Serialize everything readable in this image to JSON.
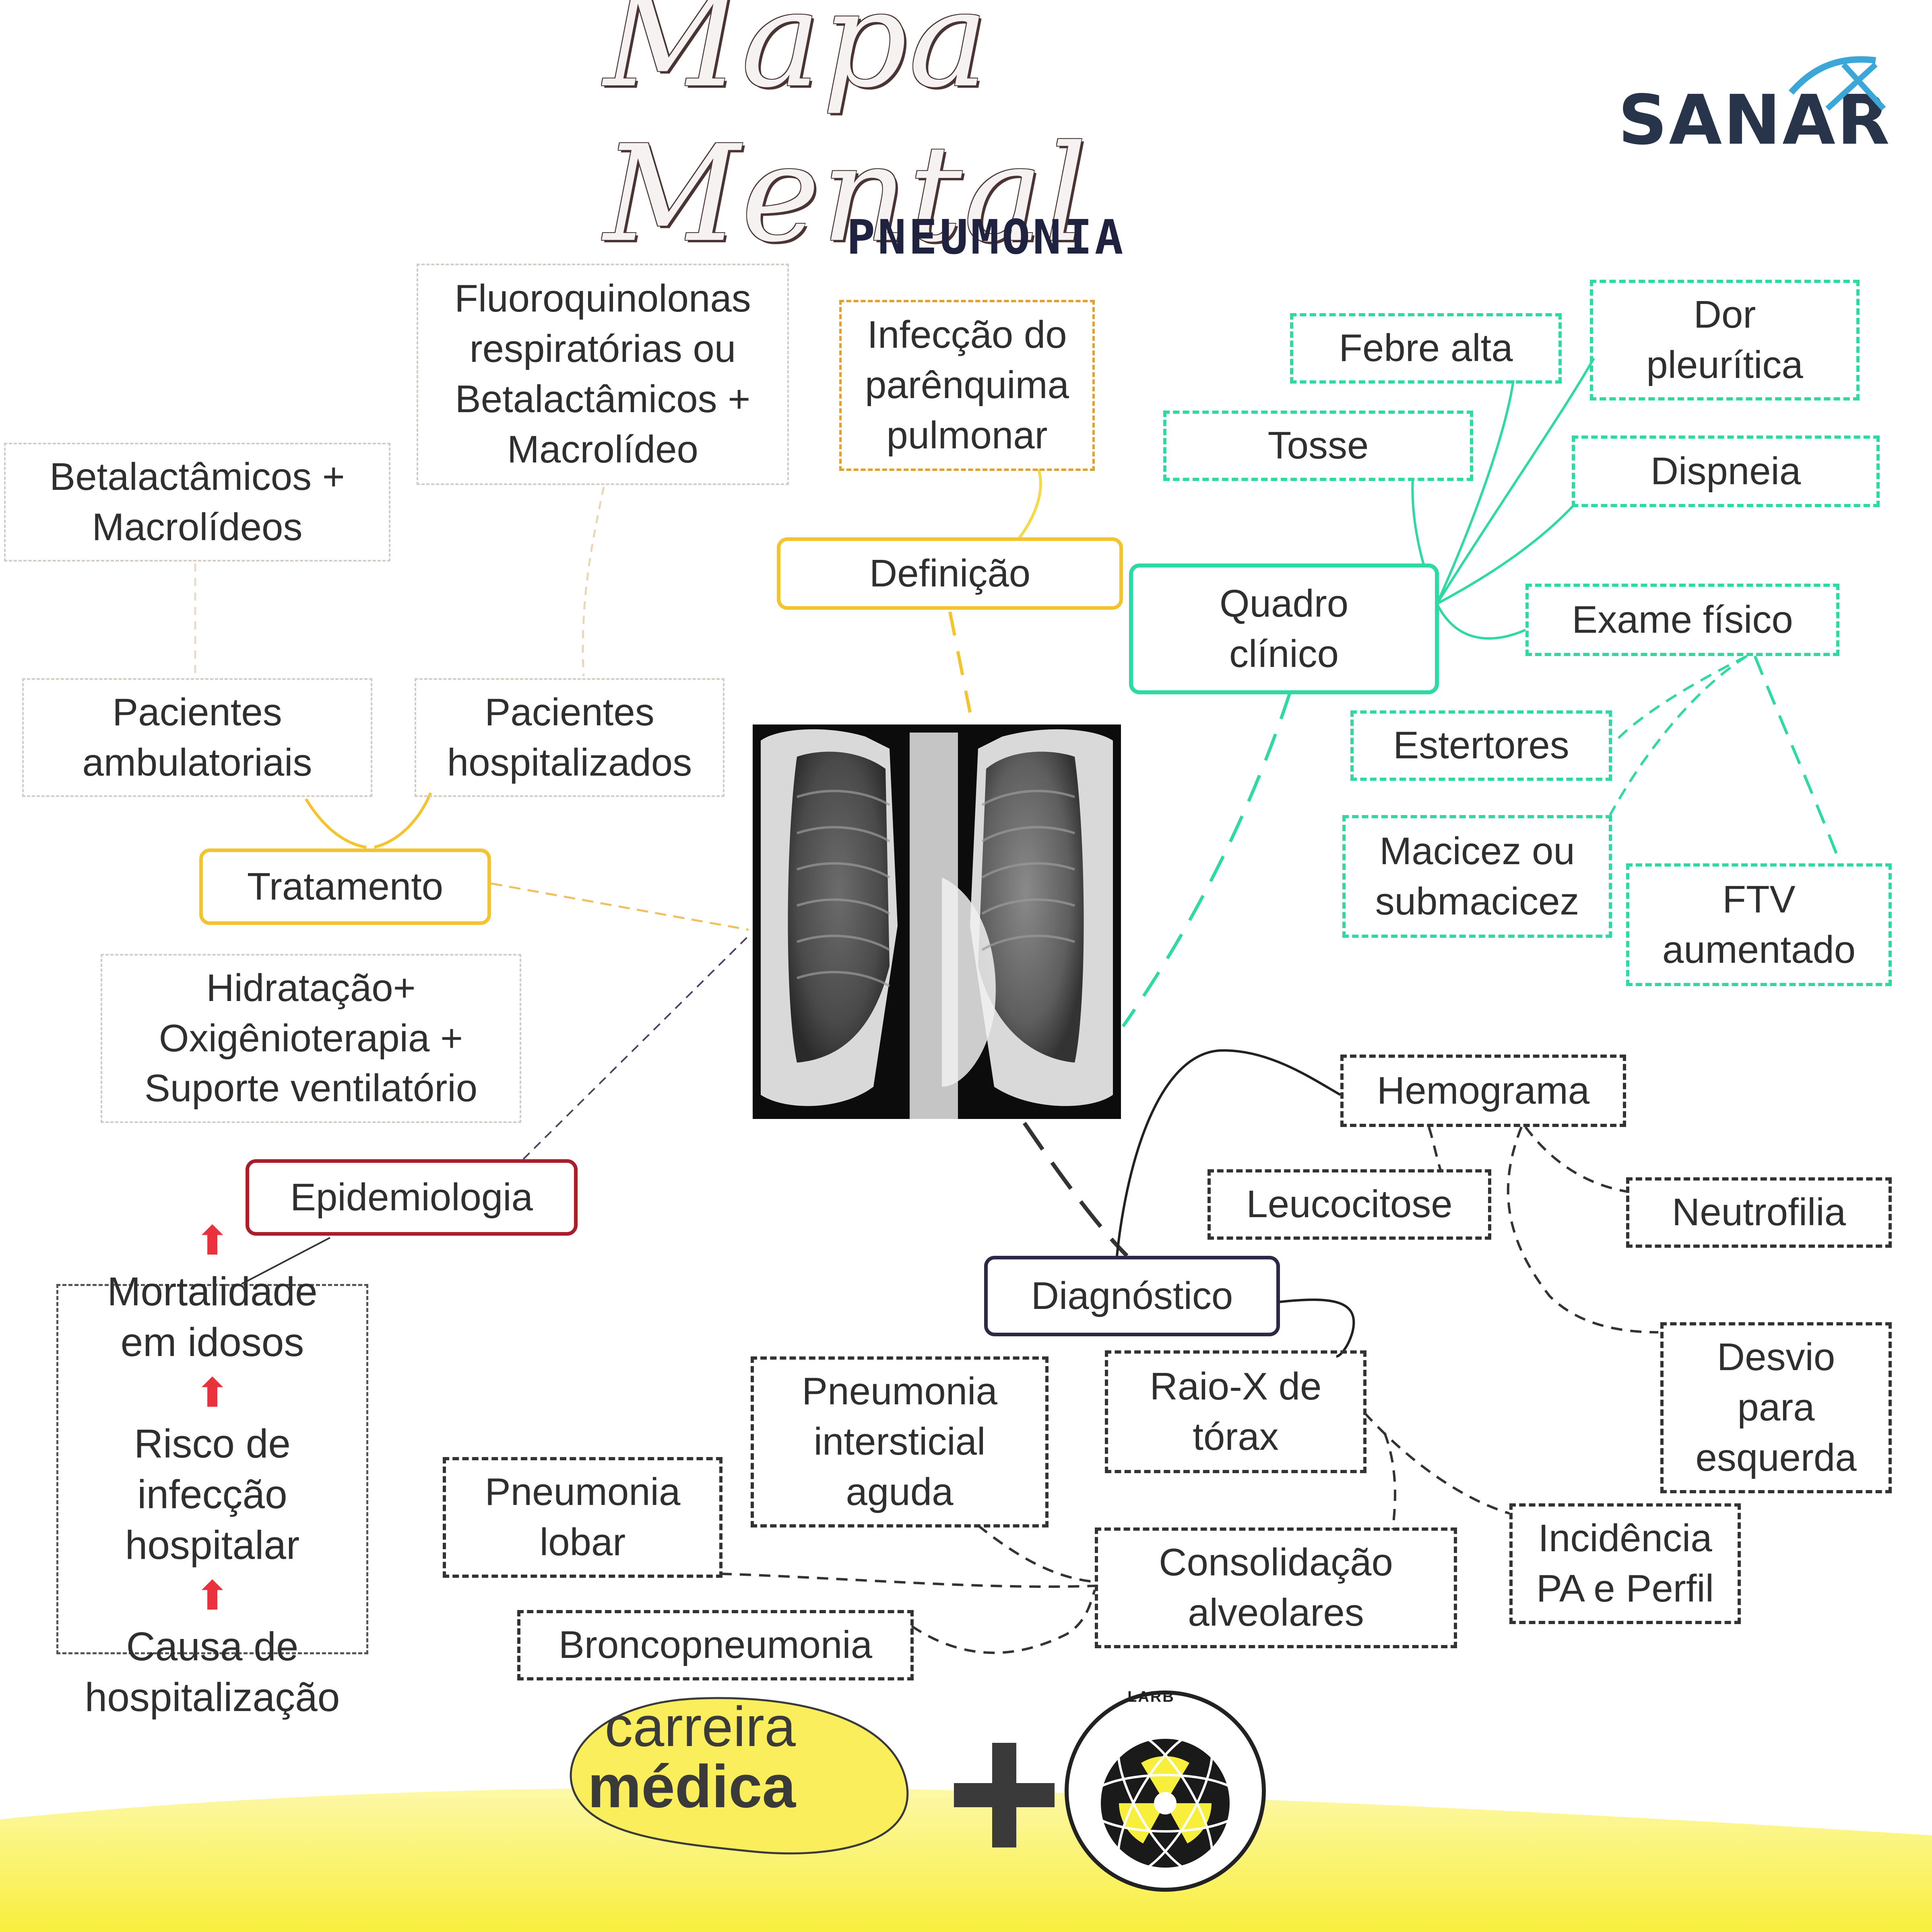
{
  "header": {
    "title": "Mapa Mental",
    "subtitle": "PNEUMONIA",
    "brand": "SANAR"
  },
  "colors": {
    "definicao": "#f4c430",
    "quadro": "#2fd9a4",
    "diagnostico": "#2c2845",
    "tratamento": "#f4c430",
    "epidemiologia": "#a81e2a",
    "footer_band": "#f8ef3c"
  },
  "definicao": {
    "label": "Definição",
    "desc": [
      "Infecção do",
      "parênquima",
      "pulmonar"
    ]
  },
  "quadro": {
    "label": [
      "Quadro",
      "clínico"
    ],
    "febre": "Febre alta",
    "dor": [
      "Dor",
      "pleurítica"
    ],
    "tosse": "Tosse",
    "dispneia": "Dispneia",
    "exame": "Exame físico",
    "estertores": "Estertores",
    "macicez": [
      "Macicez ou",
      "submacicez"
    ],
    "ftv": [
      "FTV",
      "aumentado"
    ]
  },
  "tratamento": {
    "label": "Tratamento",
    "ambulatoriais": [
      "Pacientes",
      "ambulatoriais"
    ],
    "hospitalizados": [
      "Pacientes",
      "hospitalizados"
    ],
    "beta_macro": [
      "Betalactâmicos +",
      "Macrolídeos"
    ],
    "fluoro": [
      "Fluoroquinolonas",
      "respiratórias ou",
      "Betalactâmicos +",
      "Macrolídeo"
    ],
    "suporte": [
      "Hidratação+",
      "Oxigênioterapia +",
      "Suporte ventilatório"
    ]
  },
  "epidemiologia": {
    "label": "Epidemiologia",
    "items": [
      "Mortalidade",
      "em idosos",
      "Risco de",
      "infecção",
      "hospitalar",
      "Causa de",
      "hospitalização"
    ]
  },
  "diagnostico": {
    "label": "Diagnóstico",
    "hemograma": "Hemograma",
    "leucocitose": "Leucocitose",
    "neutrofilia": "Neutrofilia",
    "desvio": [
      "Desvio",
      "para",
      "esquerda"
    ],
    "raiox": [
      "Raio-X de",
      "tórax"
    ],
    "incidencia": [
      "Incidência",
      "PA e Perfil"
    ],
    "consolidacao": [
      "Consolidação",
      "alveolares"
    ],
    "intersticial": [
      "Pneumonia",
      "intersticial",
      "aguda"
    ],
    "lobar": [
      "Pneumonia",
      "lobar"
    ],
    "bronco": "Broncopneumonia"
  },
  "footer": {
    "carreira": "carreira",
    "medica": "médica",
    "larb": "LARB"
  }
}
